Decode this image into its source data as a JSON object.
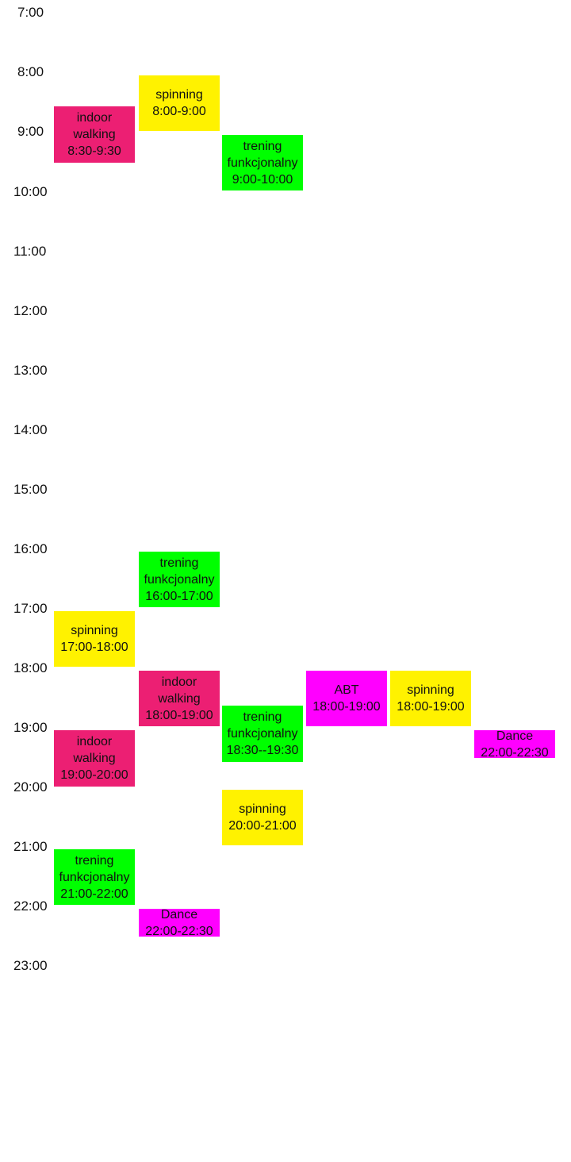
{
  "times": [
    "7:00",
    "8:00",
    "9:00",
    "10:00",
    "11:00",
    "12:00",
    "13:00",
    "14:00",
    "15:00",
    "16:00",
    "17:00",
    "18:00",
    "19:00",
    "20:00",
    "21:00",
    "22:00",
    "23:00"
  ],
  "colors": {
    "indoor_walking": "#ec1f73",
    "spinning": "#fff200",
    "trening_funkcjonalny": "#00ff00",
    "abt_dance": "#ff00ff"
  },
  "events": [
    {
      "name_lines": [
        "spinning"
      ],
      "time": "8:00-9:00"
    },
    {
      "name_lines": [
        "indoor",
        "walking"
      ],
      "time": "8:30-9:30"
    },
    {
      "name_lines": [
        "trening",
        "funkcjonalny"
      ],
      "time": "9:00-10:00"
    },
    {
      "name_lines": [
        "trening",
        "funkcjonalny"
      ],
      "time": "16:00-17:00"
    },
    {
      "name_lines": [
        "spinning"
      ],
      "time": "17:00-18:00"
    },
    {
      "name_lines": [
        "indoor",
        "walking"
      ],
      "time": "18:00-19:00"
    },
    {
      "name_lines": [
        "trening",
        "funkcjonalny"
      ],
      "time": "18:30--19:30"
    },
    {
      "name_lines": [
        "ABT"
      ],
      "time": "18:00-19:00"
    },
    {
      "name_lines": [
        "spinning"
      ],
      "time": "18:00-19:00"
    },
    {
      "name_lines": [
        "Dance"
      ],
      "time": "22:00-22:30"
    },
    {
      "name_lines": [
        "indoor",
        "walking"
      ],
      "time": "19:00-20:00"
    },
    {
      "name_lines": [
        "spinning"
      ],
      "time": "20:00-21:00"
    },
    {
      "name_lines": [
        "trening",
        "funkcjonalny"
      ],
      "time": "21:00-22:00"
    },
    {
      "name_lines": [
        "Dance"
      ],
      "time": "22:00-22:30"
    }
  ]
}
